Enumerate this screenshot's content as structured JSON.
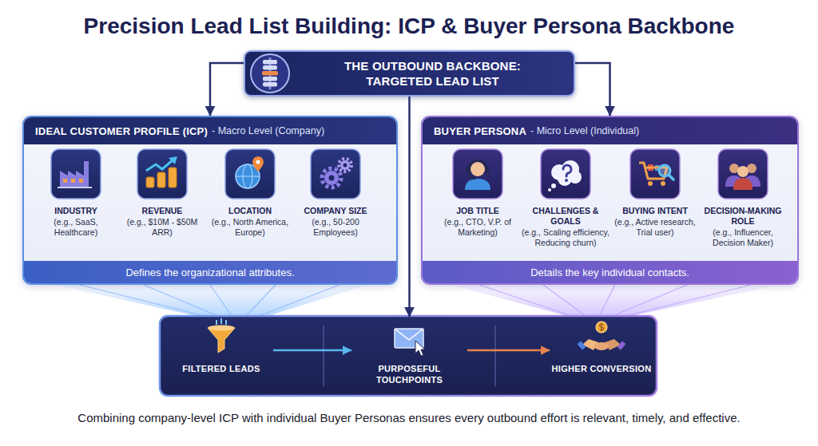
{
  "diagram": {
    "title": "Precision Lead List Building: ICP & Buyer Persona Backbone",
    "caption": "Combining company-level ICP with individual Buyer Personas ensures every outbound effort is relevant, timely, and effective.",
    "nodes": [
      {
        "text": [
          "THE OUTBOUND BACKBONE: TARGETED LEAD LIST"
        ]
      },
      {
        "text": [
          "IDEAL CUSTOMER PROFILE (ICP)",
          "- Macro Level (Company)",
          "Defines the organizational attributes."
        ]
      },
      {
        "text": [
          "INDUSTRY",
          "(e.g., SaaS, Healthcare)"
        ],
        "in": 1
      },
      {
        "text": [
          "REVENUE",
          "(e.g., $10M - $50M ARR)"
        ],
        "in": 1
      },
      {
        "text": [
          "LOCATION",
          "(e.g., North America, Europe)"
        ],
        "in": 1
      },
      {
        "text": [
          "COMPANY SIZE",
          "(e.g., 50-200 Employees)"
        ],
        "in": 1
      },
      {
        "text": [
          "BUYER PERSONA",
          "- Micro Level (Individual)",
          "Details the key individual contacts."
        ]
      },
      {
        "text": [
          "JOB TITLE",
          "(e.g., CTO, V.P. of Marketing)"
        ],
        "in": 6
      },
      {
        "text": [
          "CHALLENGES & GOALS",
          "(e.g., Scaling efficiency, Reducing churn)"
        ],
        "in": 6
      },
      {
        "text": [
          "BUYING INTENT",
          "(e.g., Active research, Trial user)"
        ],
        "in": 6
      },
      {
        "text": [
          "DECISION-MAKING ROLE",
          "(e.g., Influencer, Decision Maker)"
        ],
        "in": 6
      },
      {
        "text": [
          "FILTERED LEADS"
        ]
      },
      {
        "text": [
          "PURPOSEFUL TOUCHPOINTS"
        ]
      },
      {
        "text": [
          "HIGHER CONVERSION"
        ]
      }
    ],
    "edges": [
      {
        "from": 0,
        "to": 1,
        "arrow": "to"
      },
      {
        "from": 0,
        "to": 6,
        "arrow": "to"
      },
      {
        "from": 0,
        "to": 12,
        "arrow": "to"
      },
      {
        "from": 11,
        "to": 12,
        "arrow": "to"
      },
      {
        "from": 12,
        "to": 13,
        "arrow": "to"
      }
    ]
  }
}
